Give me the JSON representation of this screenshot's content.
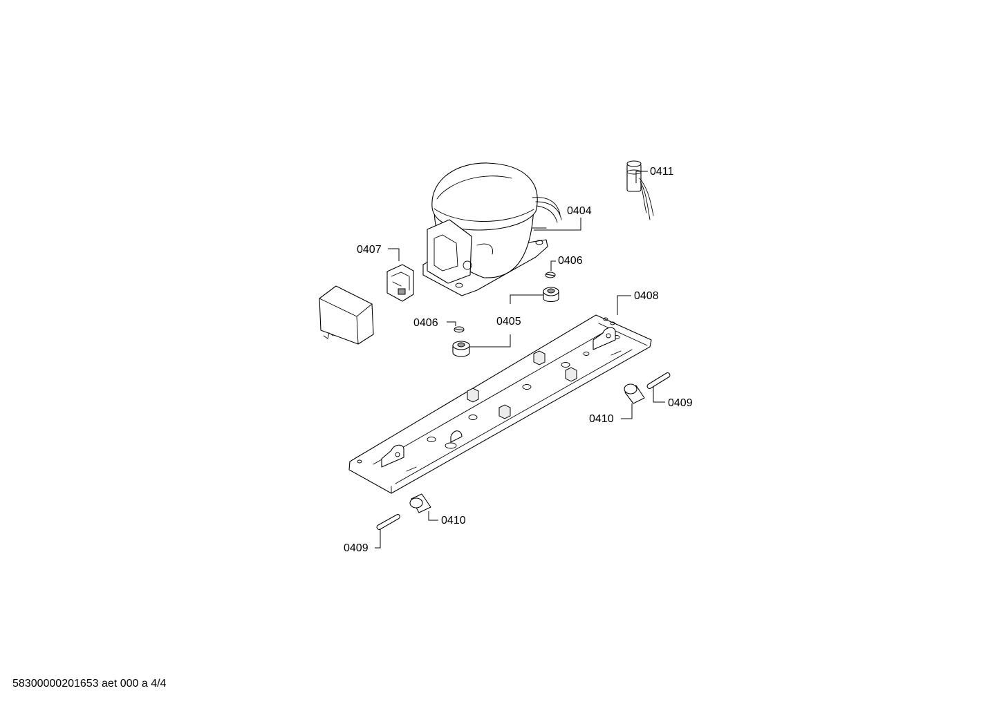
{
  "labels": {
    "p0404": "0404",
    "p0405": "0405",
    "p0406": "0406",
    "p0407": "0407",
    "p0408": "0408",
    "p0409": "0409",
    "p0410": "0410",
    "p0411": "0411"
  },
  "footer": {
    "document_code": "58300000201653 aet 000 a 4/4"
  }
}
